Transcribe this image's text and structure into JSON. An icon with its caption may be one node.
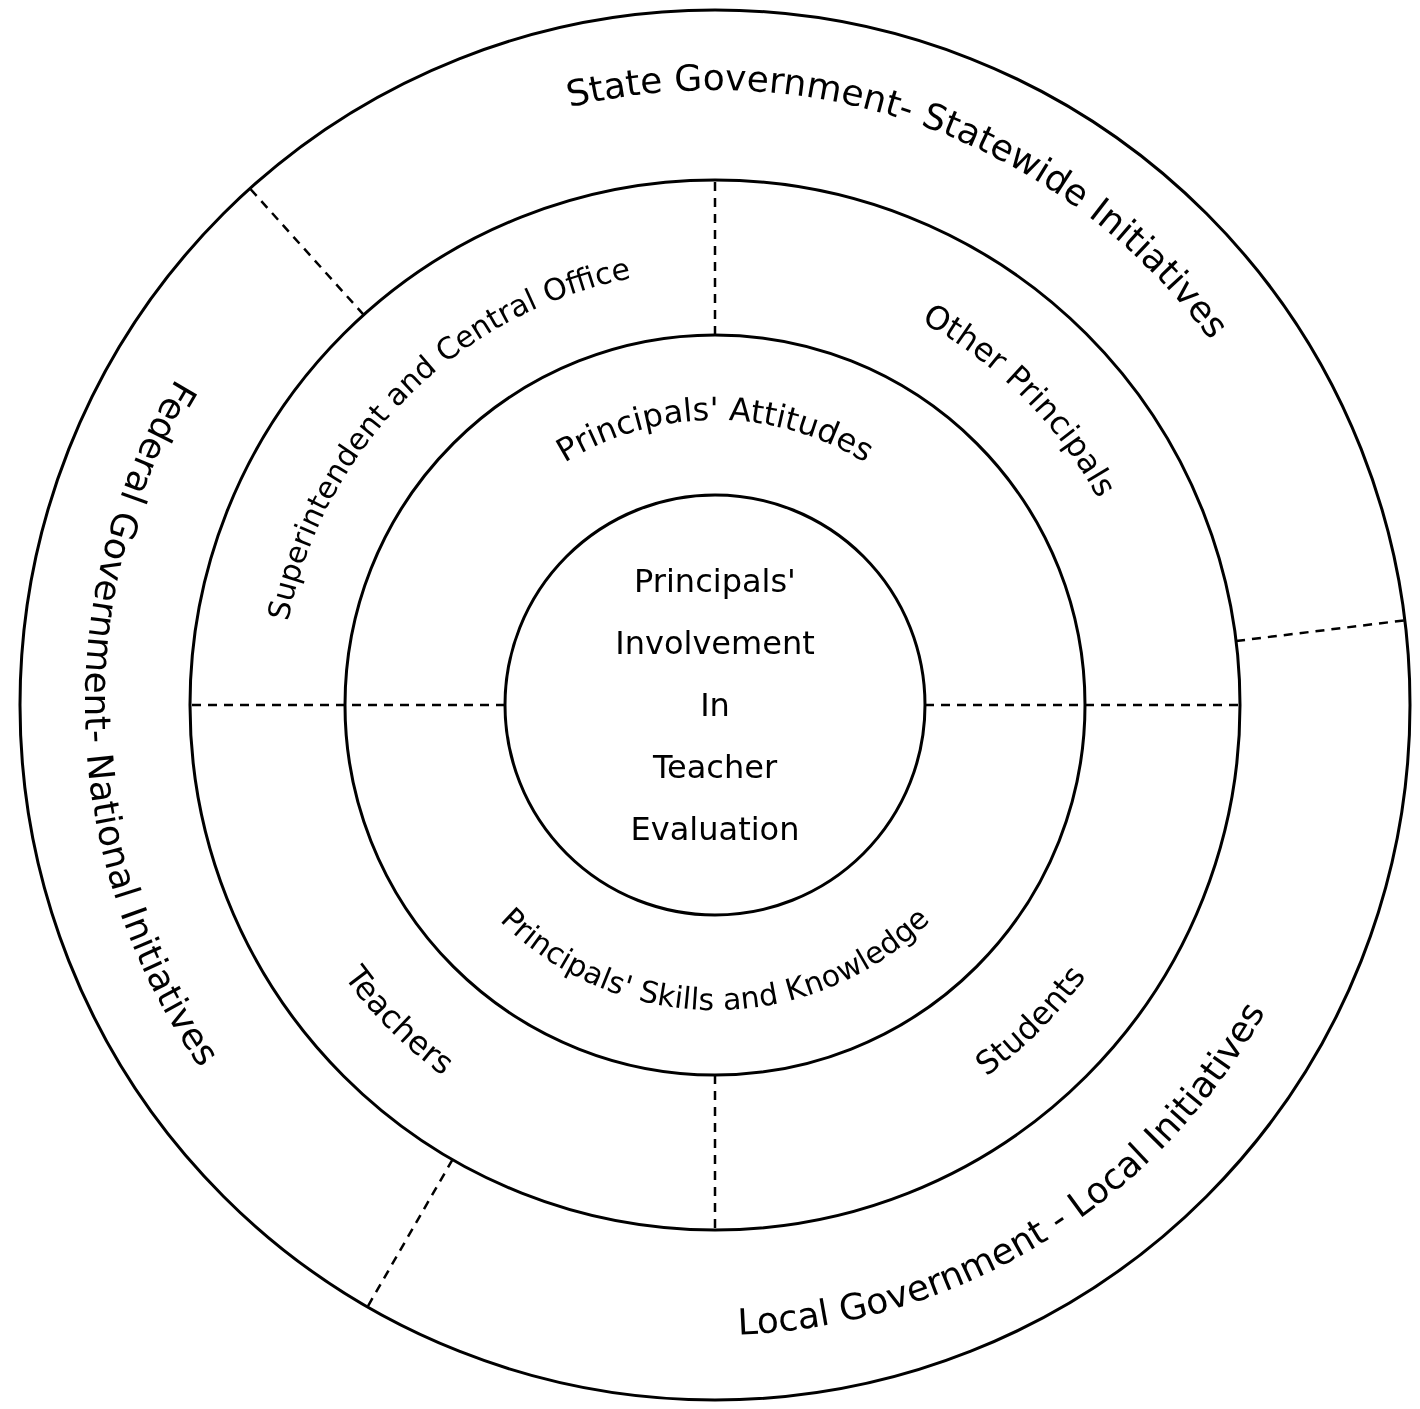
{
  "diagram": {
    "nodes": [
      {
        "text": [
          "State Government- Statewide Initiatives"
        ]
      },
      {
        "text": [
          "Federal Government- National Initiatives"
        ]
      },
      {
        "text": [
          "Local Government - Local Initiatives"
        ]
      },
      {
        "text": [
          "Superintendent and Central Office"
        ]
      },
      {
        "text": [
          "Other Principals"
        ]
      },
      {
        "text": [
          "Teachers"
        ]
      },
      {
        "text": [
          "Students"
        ]
      },
      {
        "text": [
          "Principals' Attitudes"
        ]
      },
      {
        "text": [
          "Principals' Skills and Knowledge"
        ]
      },
      {
        "text": [
          "Principals' Involvement In Teacher Evaluation"
        ]
      }
    ],
    "edges": []
  }
}
